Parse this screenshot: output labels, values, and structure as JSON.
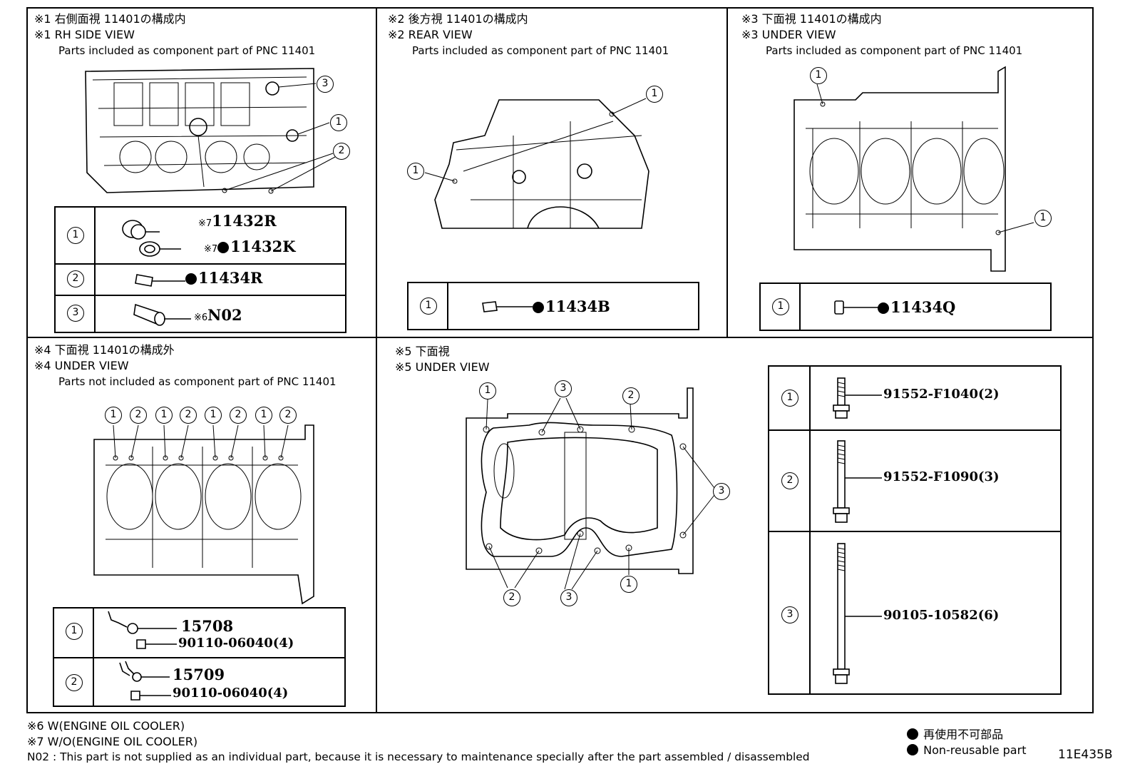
{
  "panels": [
    {
      "id": "p1",
      "title_jp": "※1 右側面視 11401の構成内",
      "title_en": "※1 RH SIDE VIEW",
      "subtitle": "Parts included as component part of PNC 11401",
      "callouts": [
        "3",
        "1",
        "2"
      ],
      "rows": [
        {
          "num": "1",
          "parts": [
            "※7",
            "11432R",
            "※7",
            "11432K"
          ]
        },
        {
          "num": "2",
          "parts": [
            "11434R"
          ]
        },
        {
          "num": "3",
          "parts": [
            "※6",
            "N02"
          ]
        }
      ]
    },
    {
      "id": "p2",
      "title_jp": "※2 後方視 11401の構成内",
      "title_en": "※2 REAR VIEW",
      "subtitle": "Parts included as component part of PNC 11401",
      "callouts": [
        "1",
        "1"
      ],
      "rows": [
        {
          "num": "1",
          "parts": [
            "11434B"
          ]
        }
      ]
    },
    {
      "id": "p3",
      "title_jp": "※3 下面視 11401の構成内",
      "title_en": "※3 UNDER VIEW",
      "subtitle": "Parts included as component part of PNC 11401",
      "callouts": [
        "1",
        "1"
      ],
      "rows": [
        {
          "num": "1",
          "parts": [
            "11434Q"
          ]
        }
      ]
    },
    {
      "id": "p4",
      "title_jp": "※4 下面視 11401の構成外",
      "title_en": "※4 UNDER VIEW",
      "subtitle": "Parts not included as component part of PNC 11401",
      "callouts": [
        "1",
        "2",
        "1",
        "2",
        "1",
        "2",
        "1",
        "2"
      ],
      "rows": [
        {
          "num": "1",
          "parts": [
            "15708",
            "90110-06040(4)"
          ]
        },
        {
          "num": "2",
          "parts": [
            "15709",
            "90110-06040(4)"
          ]
        }
      ]
    },
    {
      "id": "p5",
      "title_jp": "※5 下面視",
      "title_en": "※5 UNDER VIEW",
      "callouts": [
        "1",
        "3",
        "2",
        "3",
        "2",
        "3",
        "1"
      ],
      "rows": [
        {
          "num": "1",
          "parts": [
            "91552-F1040(2)"
          ]
        },
        {
          "num": "2",
          "parts": [
            "91552-F1090(3)"
          ]
        },
        {
          "num": "3",
          "parts": [
            "90105-10582(6)"
          ]
        }
      ]
    }
  ],
  "footnotes": [
    "※6 W(ENGINE OIL COOLER)",
    "※7 W/O(ENGINE OIL COOLER)",
    "N02 : This part is not supplied as an individual part, because it is necessary to maintenance specially after the part assembled / disassembled"
  ],
  "legend": {
    "jp": "再使用不可部品",
    "en": "Non-reusable part"
  },
  "figure_code": "11E435B"
}
